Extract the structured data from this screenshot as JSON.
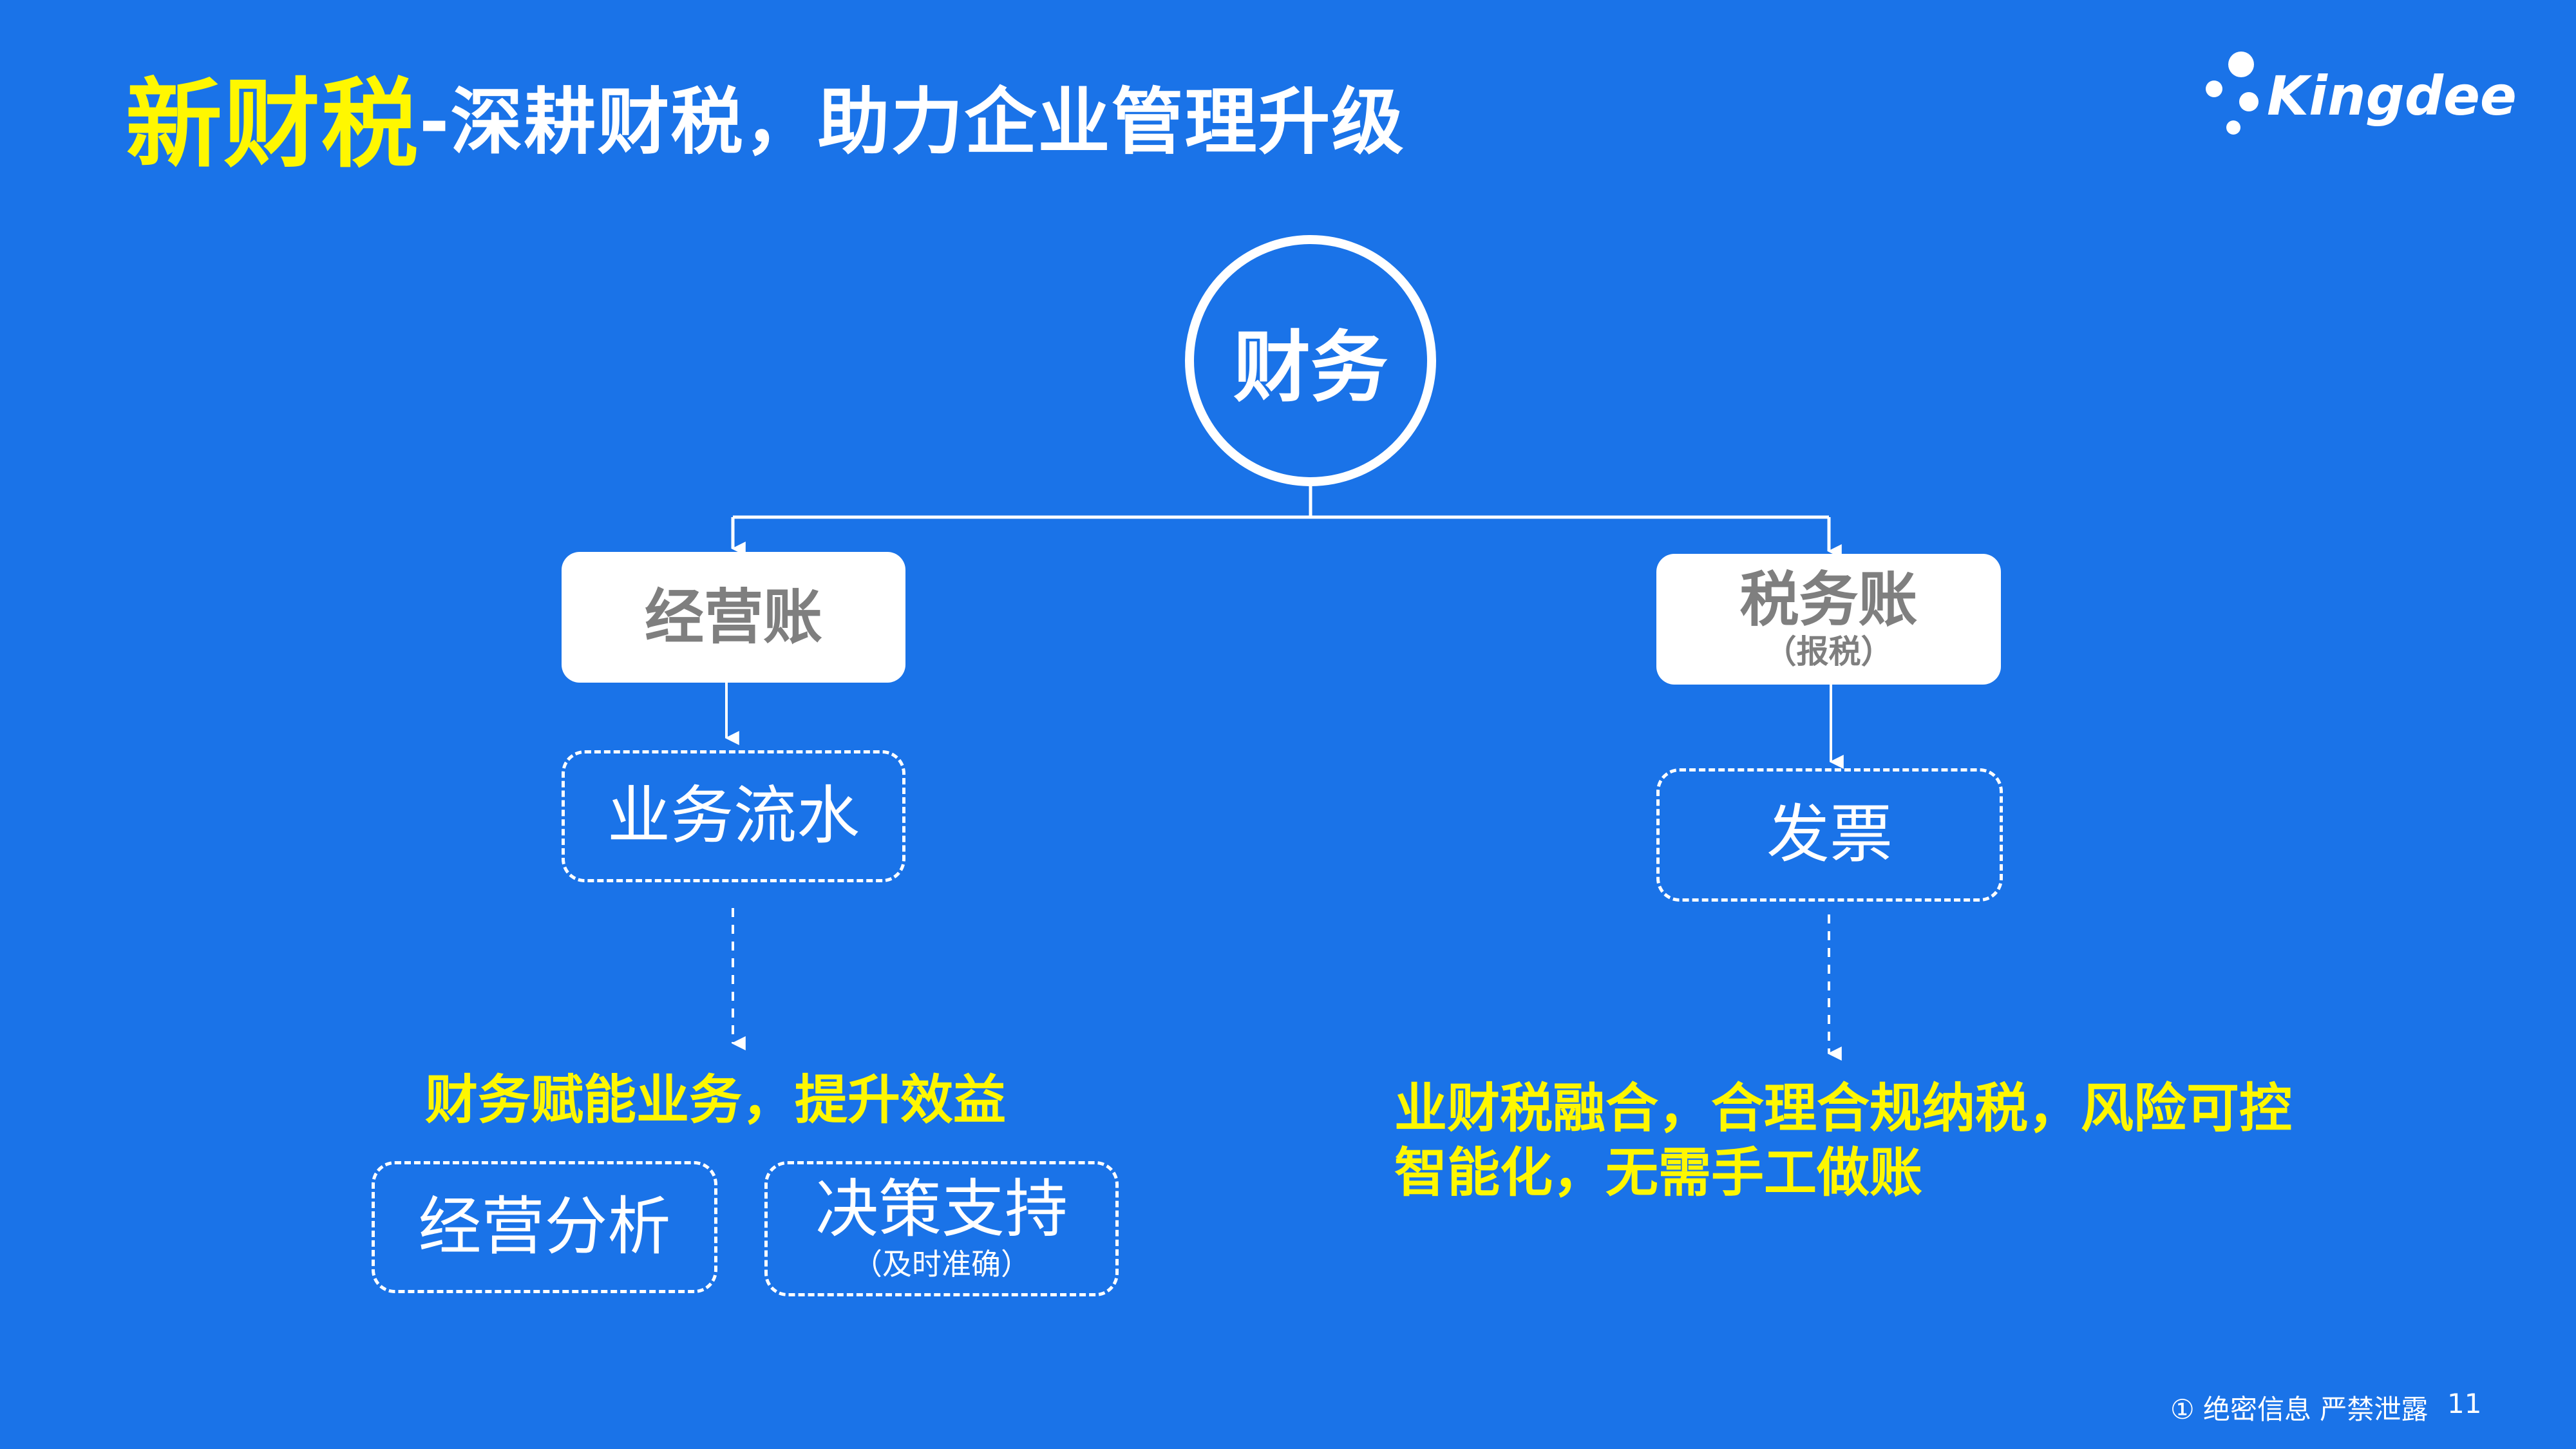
{
  "title": {
    "accent": "新财税",
    "rest": "-深耕财税，助力企业管理升级"
  },
  "logo": {
    "text": "Kingdee"
  },
  "diagram": {
    "root": "财务",
    "left": {
      "box": "经营账",
      "flow": "业务流水",
      "result": "财务赋能业务，提升效益",
      "items": [
        {
          "main": "经营分析",
          "sub": ""
        },
        {
          "main": "决策支持",
          "sub": "（及时准确）"
        }
      ]
    },
    "right": {
      "box": "税务账",
      "box_sub": "（报税）",
      "flow": "发票",
      "result_lines": [
        "业财税融合，合理合规纳税，风险可控",
        "智能化，无需手工做账"
      ]
    }
  },
  "footer": {
    "confidential": "① 绝密信息 严禁泄露",
    "page": "11"
  },
  "colors": {
    "background": "#1a73e8",
    "accent_yellow": "#fff700",
    "box_text_gray": "#7f7f7f"
  }
}
